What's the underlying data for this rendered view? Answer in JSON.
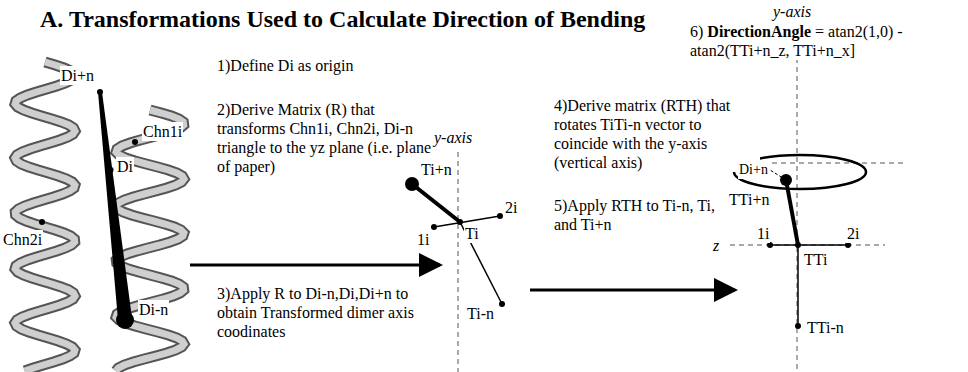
{
  "diagram": {
    "title": "A. Transformations Used to Calculate Direction of Bending",
    "labels": [
      "1)Define Di as origin",
      "2)Derive Matrix (R) that transforms Chn1i, Chn2i, Di-n triangle to the yz plane (i.e. plane of paper)",
      "3)Apply R to Di-n,Di,Di+n to obtain Transformed dimer axis coodinates",
      "4)Derive matrix (RTH) that rotates TiTi-n vector to coincide with the y-axis (vertical axis)",
      "5)Apply RTH to Ti-n, Ti, and Ti+n",
      "6)",
      "DirectionAngle",
      "= atan2(1,0) - atan2(TTi+n_z, TTi+n_x]",
      "y-axis",
      "y-axis",
      "Di+n",
      "Chn1i",
      "Di",
      "Chn2i",
      "Di-n",
      "Ti+n",
      "1i",
      "Ti",
      "2i",
      "Ti-n",
      "Di+n",
      "TTi+n",
      "z",
      "1i",
      "TTi",
      "2i",
      "TTi-n"
    ]
  }
}
